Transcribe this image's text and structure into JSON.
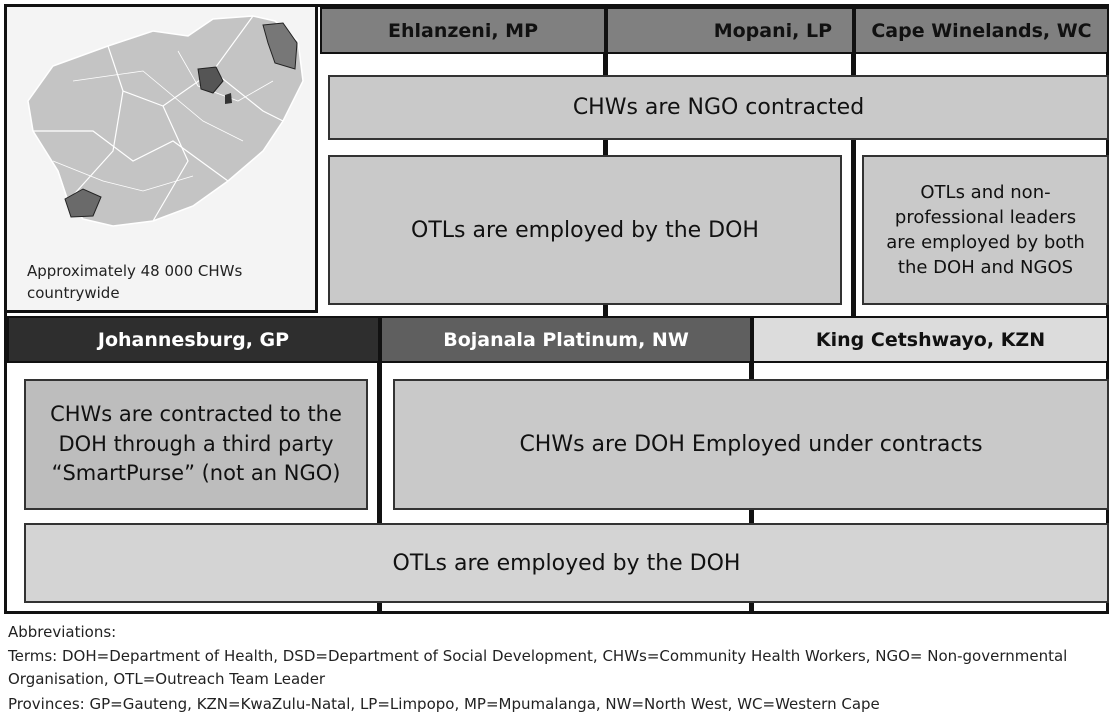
{
  "map": {
    "caption": "Approximately 48 000 CHWs countrywide"
  },
  "top": {
    "districts": [
      "Ehlanzeni, MP",
      "Mopani, LP",
      "Cape Winelands, WC"
    ],
    "chw_box": "CHWs are NGO contracted",
    "otl_box": "OTLs are employed by the DOH",
    "otl_wc_box": "OTLs and non-professional leaders are employed by both the DOH and NGOS"
  },
  "bottom": {
    "districts": [
      "Johannesburg, GP",
      "Bojanala Platinum, NW",
      "King Cetshwayo, KZN"
    ],
    "chw_gp_box": "CHWs are contracted to the DOH through a third party “SmartPurse” (not an NGO)",
    "chw_box": "CHWs are DOH Employed under contracts",
    "otl_box": "OTLs are employed by the DOH"
  },
  "abbreviations": {
    "heading": "Abbreviations:",
    "terms": "Terms: DOH=Department of Health, DSD=Department of Social Development, CHWs=Community Health Workers, NGO= Non-governmental Organisation, OTL=Outreach Team Leader",
    "provinces": "Provinces: GP=Gauteng, KZN=KwaZulu-Natal, LP=Limpopo, MP=Mpumalanga, NW=North West, WC=Western Cape"
  },
  "colors": {
    "dark_header": "#2e2e2e",
    "mid_header": "#5f5f5f",
    "light_header": "#dcdcdc",
    "box_fill": "#c9c9c9"
  }
}
